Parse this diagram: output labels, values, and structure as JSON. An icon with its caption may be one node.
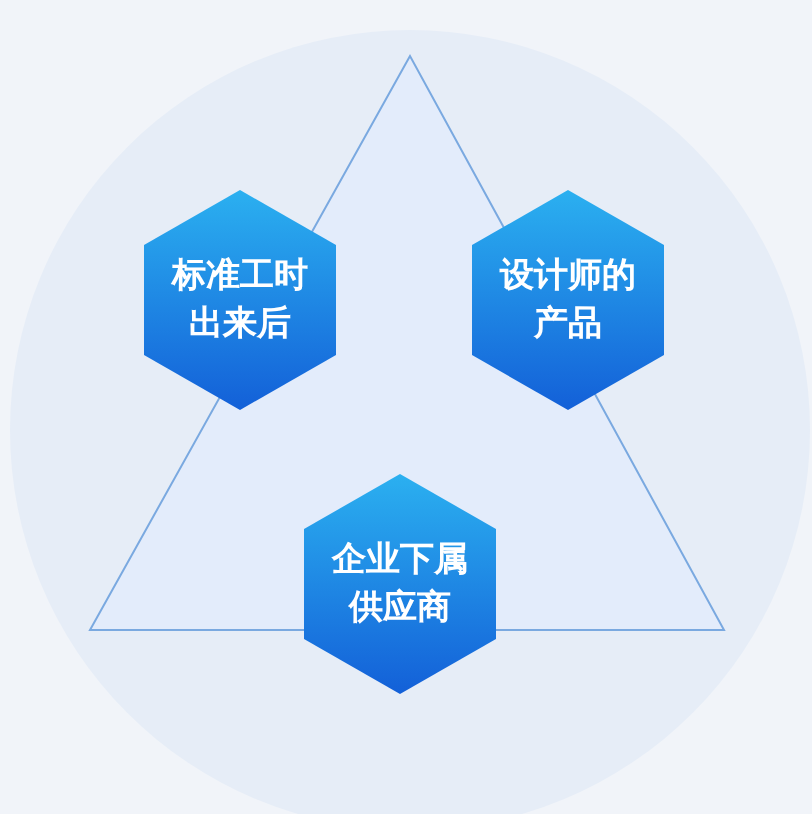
{
  "diagram": {
    "nodes": [
      {
        "text": [
          "标准工时出来后"
        ]
      },
      {
        "text": [
          "设计师的产品"
        ]
      },
      {
        "text": [
          "企业下属供应商"
        ]
      }
    ]
  }
}
